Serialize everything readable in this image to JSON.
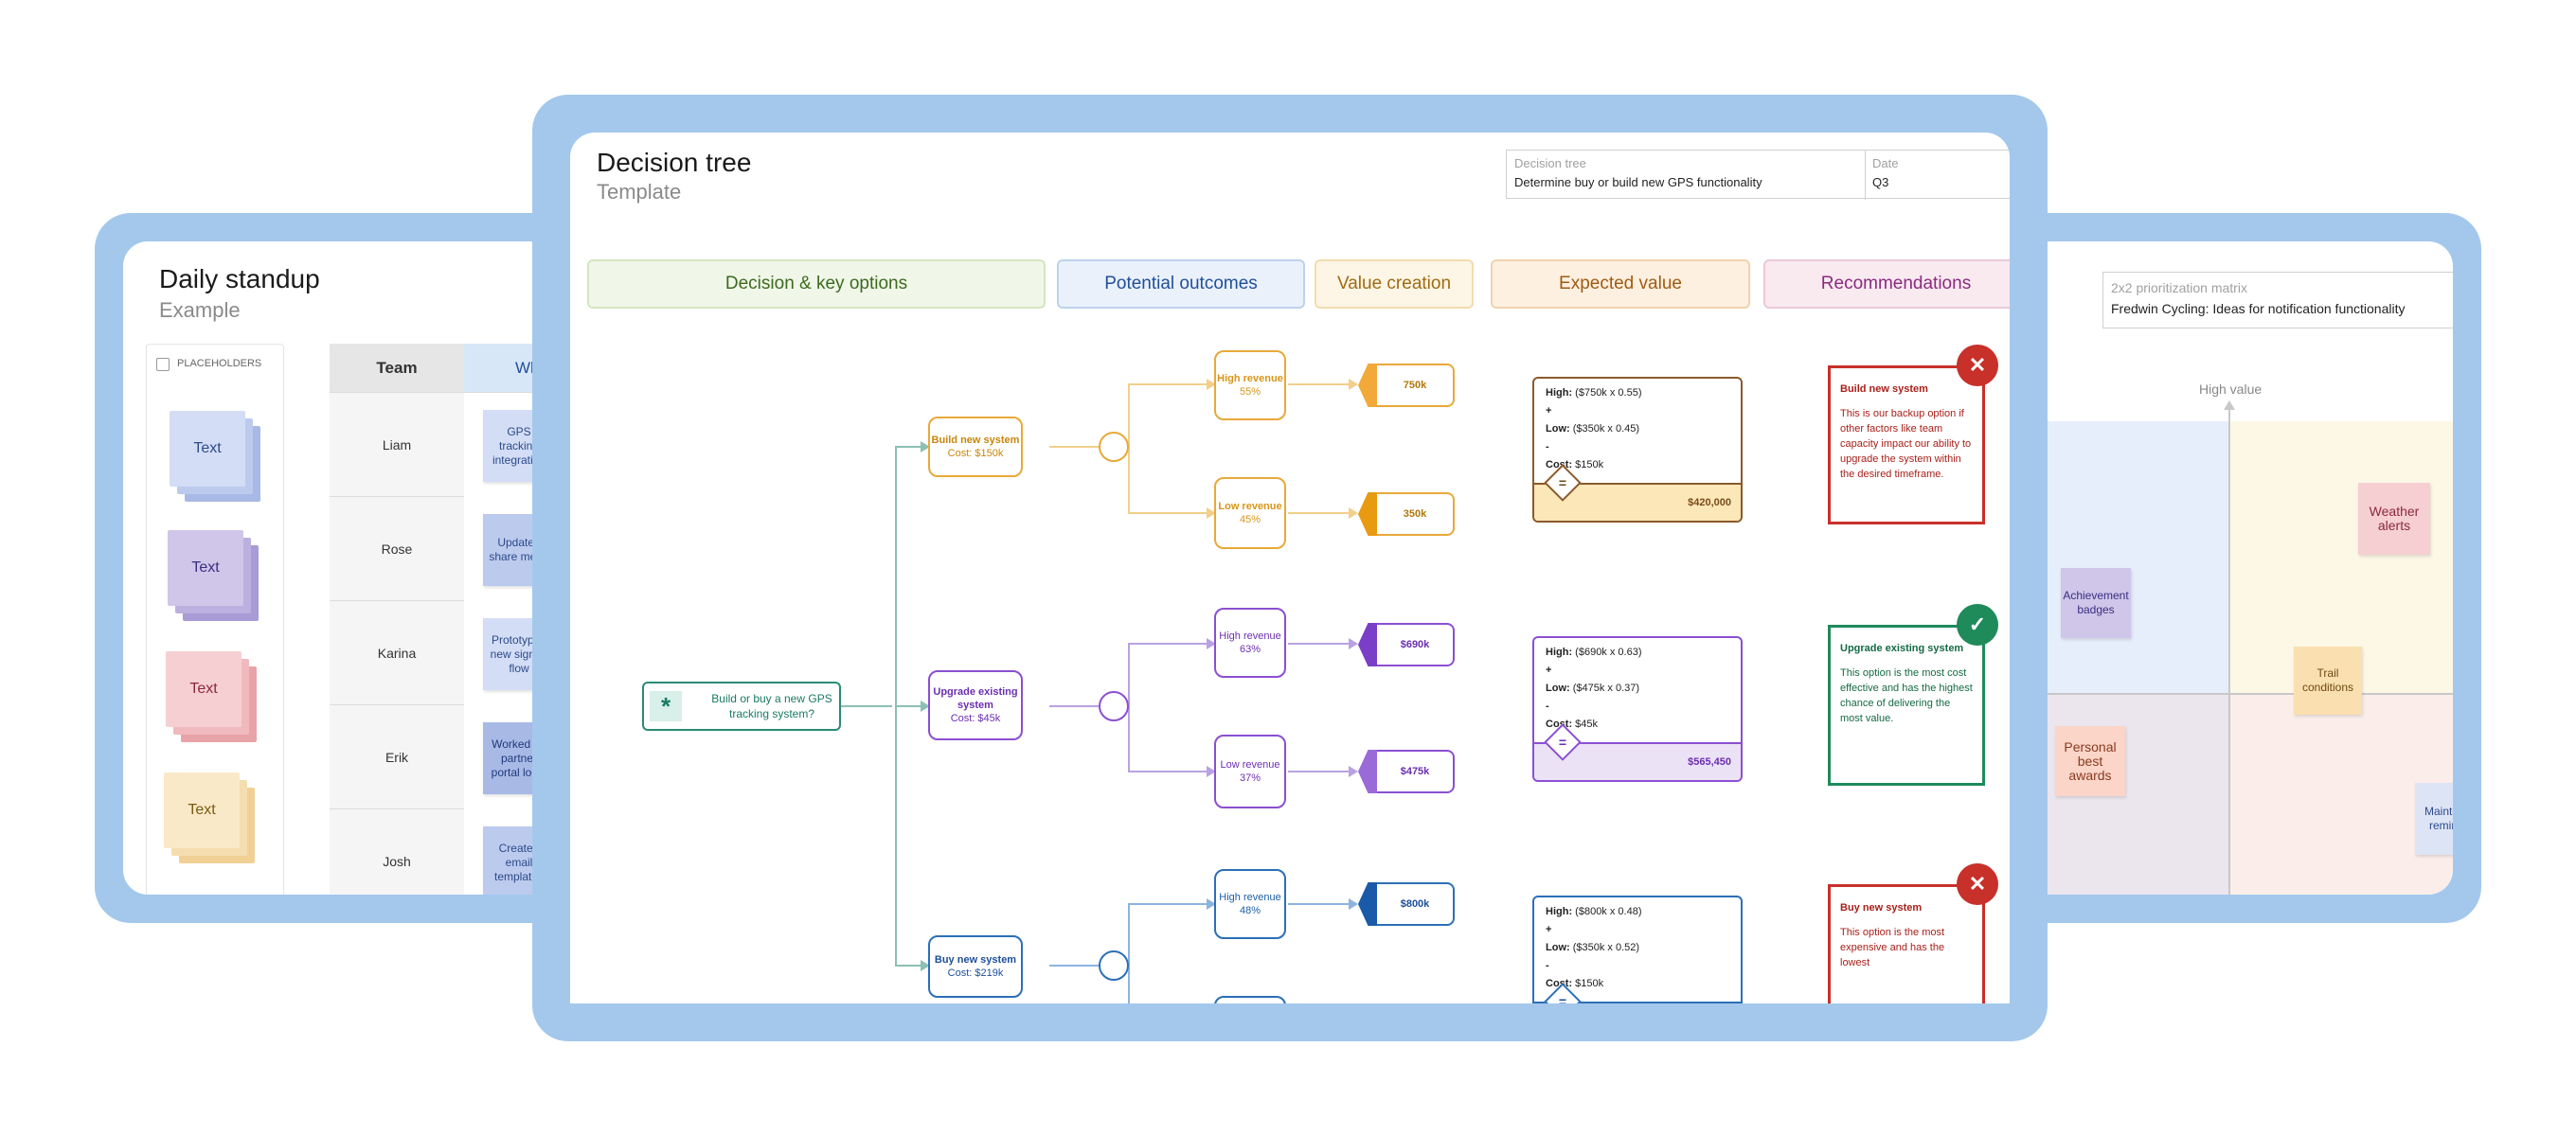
{
  "left_board": {
    "title": "Daily standup",
    "subtitle": "Example",
    "placeholders_label": "PLACEHOLDERS",
    "stickies": [
      "Text",
      "Text",
      "Text",
      "Text"
    ],
    "table": {
      "headers": [
        "Team",
        "What di"
      ],
      "rows": [
        {
          "name": "Liam",
          "note": "GPS tracking integration"
        },
        {
          "name": "Rose",
          "note": "Updated share menu"
        },
        {
          "name": "Karina",
          "note": "Prototyped new signup flow"
        },
        {
          "name": "Erik",
          "note": "Worked on partner portal login"
        },
        {
          "name": "Josh",
          "note": "Created email templates"
        }
      ]
    }
  },
  "center_board": {
    "title": "Decision tree",
    "subtitle": "Template",
    "info": {
      "decision_label": "Decision tree",
      "decision_value": "Determine buy or build new GPS functionality",
      "date_label": "Date",
      "date_value": "Q3"
    },
    "columns": [
      "Decision & key options",
      "Potential outcomes",
      "Value creation",
      "Expected value",
      "Recommendations"
    ],
    "root": "Build or buy a new GPS tracking system?",
    "options": [
      {
        "title": "Build new system",
        "cost": "Cost: $150k"
      },
      {
        "title": "Upgrade existing system",
        "cost": "Cost: $45k"
      },
      {
        "title": "Buy new system",
        "cost": "Cost: $219k"
      }
    ],
    "outcomes": [
      {
        "title": "High revenue",
        "pct": "55%"
      },
      {
        "title": "Low revenue",
        "pct": "45%"
      },
      {
        "title": "High revenue",
        "pct": "63%"
      },
      {
        "title": "Low revenue",
        "pct": "37%"
      },
      {
        "title": "High revenue",
        "pct": "48%"
      }
    ],
    "values": [
      "750k",
      "350k",
      "$690k",
      "$475k",
      "$800k"
    ],
    "expected": [
      {
        "high": "($750k x 0.55)",
        "low": "($350k x 0.45)",
        "cost": "$150k",
        "total": "$420,000"
      },
      {
        "high": "($690k x 0.63)",
        "low": "($475k x 0.37)",
        "cost": "$45k",
        "total": "$565,450"
      },
      {
        "high": "($800k x 0.48)",
        "low": "($350k x 0.52)",
        "cost": "$150k",
        "total": ""
      }
    ],
    "labels": {
      "high": "High:",
      "low": "Low:",
      "cost": "Cost:",
      "plus": "+",
      "minus": "-",
      "equals": "="
    },
    "recommendations": [
      {
        "title": "Build new system",
        "body": "This is our backup option if other factors like team capacity impact our ability to upgrade the system within the desired timeframe.",
        "mark": "✕"
      },
      {
        "title": "Upgrade existing system",
        "body": "This option is the most cost effective and has the highest chance of delivering the most value.",
        "mark": "✓"
      },
      {
        "title": "Buy new system",
        "body": "This option is the most expensive and has the lowest",
        "mark": "✕"
      }
    ]
  },
  "right_board": {
    "info_label": "2x2 prioritization matrix",
    "info_value": "Fredwin Cycling: Ideas for notification functionality",
    "axis_label": "High value",
    "notes": [
      "Weather alerts",
      "Achievement badges",
      "Trail conditions",
      "Personal best awards",
      "Mainter remin"
    ]
  },
  "colors": {
    "frame": "#a3c8ec",
    "green": "#2a8a74",
    "orange": "#e8a93a",
    "purple": "#8b4fd1",
    "blue": "#2c6fb7",
    "red": "#c8302a",
    "check": "#1f8a5a"
  }
}
